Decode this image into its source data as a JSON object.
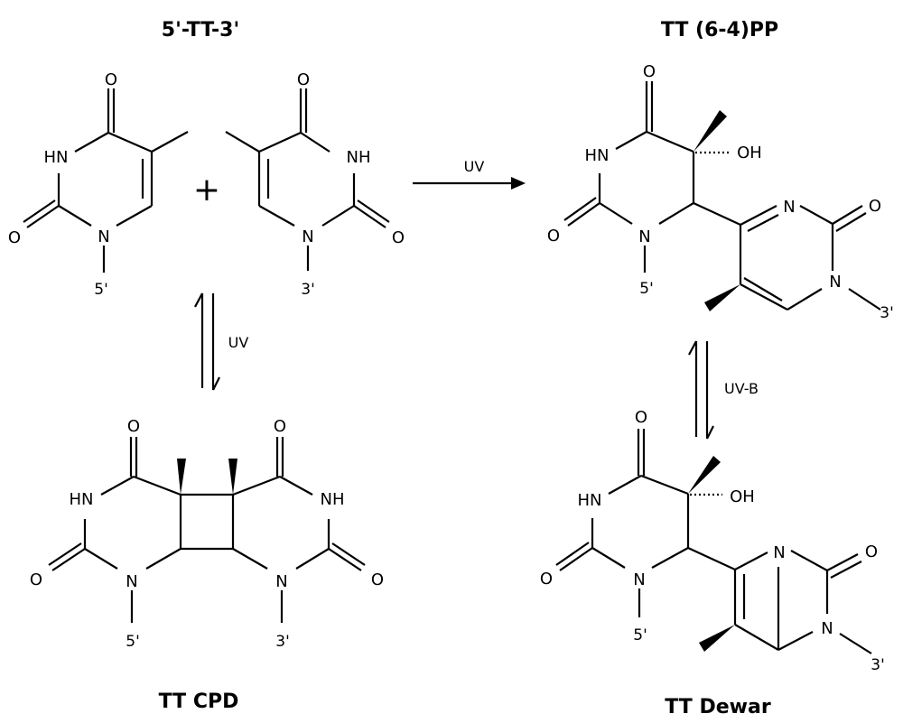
{
  "titles": {
    "start": "5'-TT-3'",
    "pp64": "TT (6-4)PP",
    "cpd": "TT CPD",
    "dewar": "TT Dewar"
  },
  "operators": {
    "plus": "+"
  },
  "reactions": {
    "to_pp64": "UV",
    "to_cpd": "UV",
    "pp64_to_dewar": "UV-B"
  },
  "atoms": {
    "O": "O",
    "N": "N",
    "NH": "NH",
    "HN": "HN",
    "OH": "OH",
    "five_prime": "5'",
    "three_prime": "3'"
  }
}
